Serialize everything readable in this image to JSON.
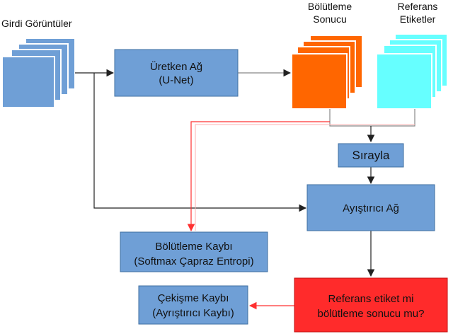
{
  "labels": {
    "input_images": "Girdi Görüntüler",
    "seg_result": [
      "Bölütleme",
      "Sonucu"
    ],
    "ref_labels": [
      "Referans",
      "Etiketler"
    ]
  },
  "boxes": {
    "generator": [
      "Üretken Ağ",
      "(U-Net)"
    ],
    "sequential": "Sırayla",
    "discriminator": "Ayıştırıcı Ağ",
    "seg_loss": [
      "Bölütleme Kaybı",
      "(Softmax Çapraz Entropi)"
    ],
    "adv_loss": [
      "Çekişme Kaybı",
      "(Ayrıştırıcı Kaybı)"
    ],
    "question": [
      "Referans etiket mi",
      "bölütleme sonucu mu?"
    ]
  },
  "colors": {
    "box_blue": "#6f9fd6",
    "box_border": "#3f6fa0",
    "input_stack": "#6f9fd6",
    "seg_stack": "#ff6600",
    "ref_stack": "#66ffff",
    "question_box": "#ff2b2b",
    "red_arrow": "#ff3030",
    "arrow": "#222222"
  }
}
